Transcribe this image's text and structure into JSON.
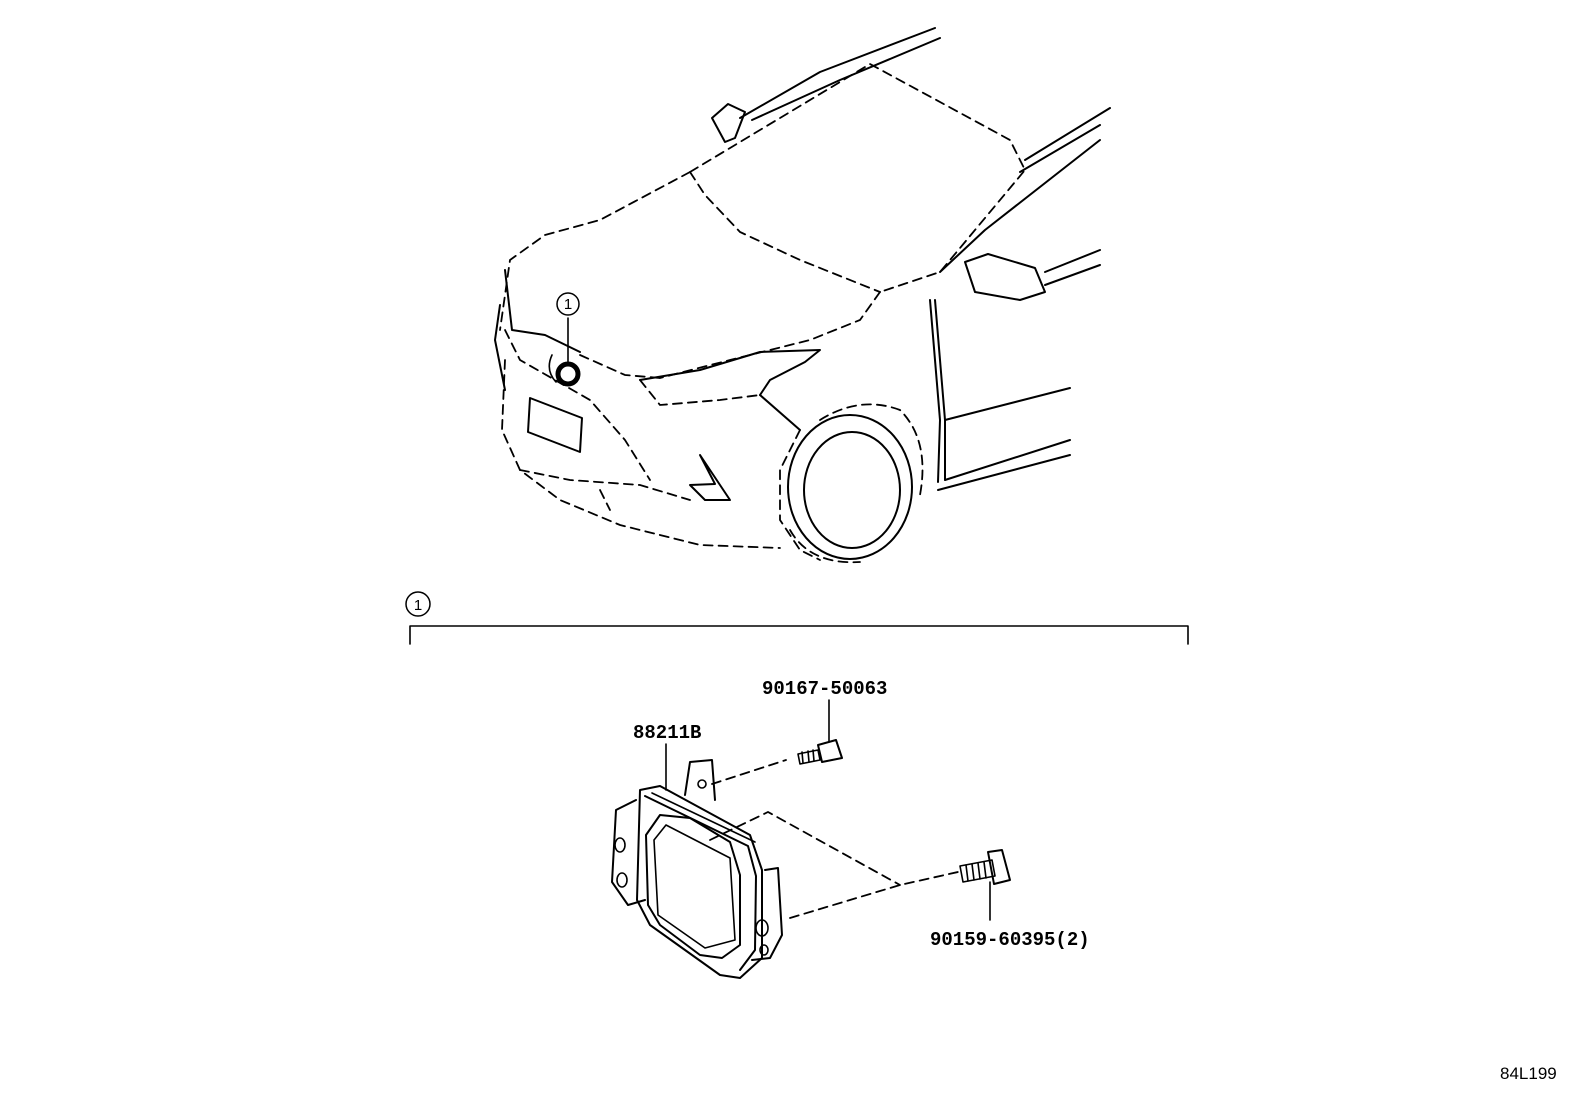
{
  "diagram": {
    "callout_marker": "1",
    "section_marker": "1",
    "parts": {
      "sensor_label": "88211B",
      "screw_label": "90167-50063",
      "bolt_label": "90159-60395(2)"
    },
    "illustration_code": "84L199"
  }
}
